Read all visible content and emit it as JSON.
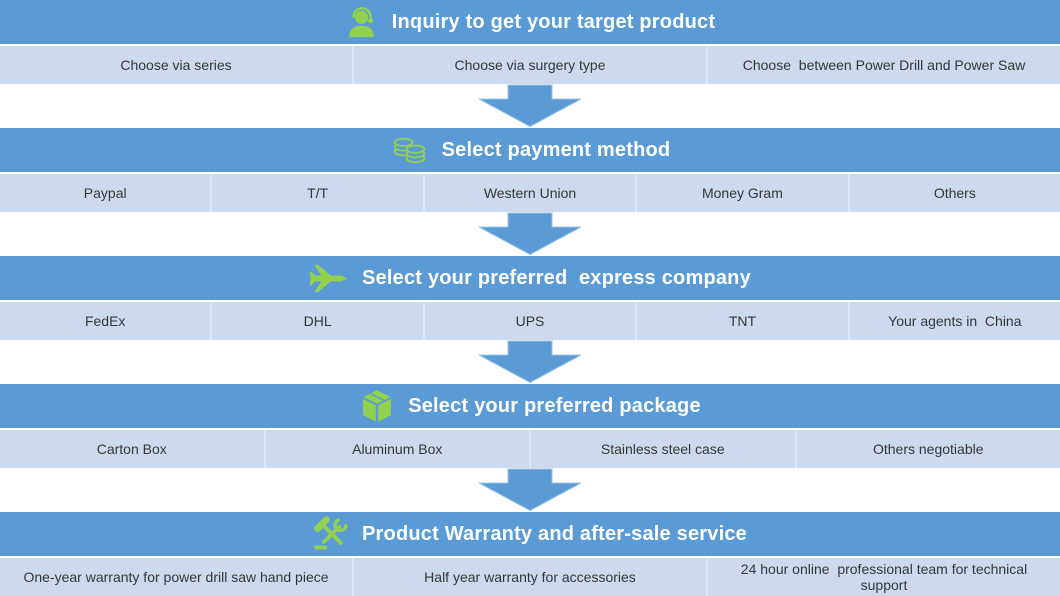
{
  "colors": {
    "header_blue": "#5b9bd5",
    "row_blue": "#cdd9ee",
    "divider_blue": "#dce6f4",
    "icon_green": "#92d050",
    "arrow_blue": "#5b9bd5",
    "arrow_outline": "#9cc2e5",
    "header_text": "#ffffff",
    "cell_text": "#363636",
    "background": "#ffffff"
  },
  "sections": [
    {
      "title": "Inquiry to get your target product",
      "icon": "support-agent-icon",
      "items": [
        "Choose via series",
        "Choose via surgery type",
        "Choose  between Power Drill and Power Saw"
      ]
    },
    {
      "title": "Select payment method",
      "icon": "coins-icon",
      "items": [
        "Paypal",
        "T/T",
        "Western Union",
        "Money Gram",
        "Others"
      ]
    },
    {
      "title": "Select your preferred  express company",
      "icon": "airplane-icon",
      "items": [
        "FedEx",
        "DHL",
        "UPS",
        "TNT",
        "Your agents in  China"
      ]
    },
    {
      "title": "Select your preferred package",
      "icon": "package-icon",
      "items": [
        "Carton Box",
        "Aluminum Box",
        "Stainless steel case",
        "Others negotiable"
      ]
    },
    {
      "title": "Product Warranty and after-sale service",
      "icon": "tools-icon",
      "items": [
        "One-year warranty for power drill saw hand piece",
        "Half year warranty for accessories",
        "24 hour online  professional team for technical support"
      ]
    }
  ]
}
